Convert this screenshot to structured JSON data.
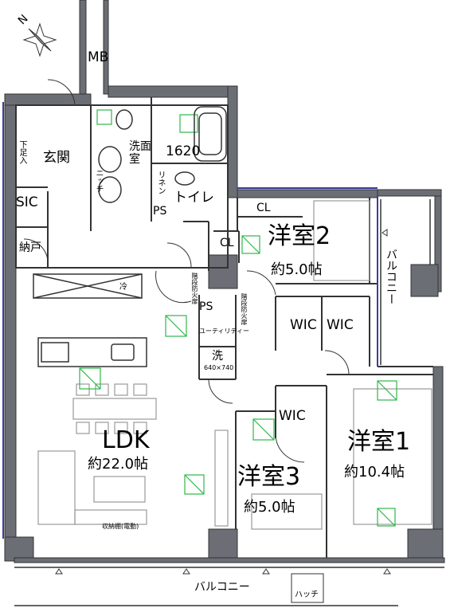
{
  "rooms": {
    "ldk": {
      "name": "LDK",
      "area": "約22.0帖"
    },
    "western1": {
      "name": "洋室1",
      "area": "約10.4帖"
    },
    "western2": {
      "name": "洋室2",
      "area": "約5.0帖"
    },
    "western3": {
      "name": "洋室3",
      "area": "約5.0帖"
    },
    "entrance": "玄関",
    "washroom": "洗面室",
    "toilet": "トイレ",
    "bath_size": "1620",
    "sic": "SIC",
    "storage": "納戸",
    "mb": "MB",
    "shoe_box": "下足入",
    "linen": "リネン",
    "utility": "ユーティリティー",
    "washer": "洗",
    "washer_size": "640×740",
    "fridge": "冷",
    "ps1": "PS",
    "ps2": "PS",
    "cl1": "CL",
    "cl2": "CL",
    "wic1": "WIC",
    "wic2": "WIC",
    "wic3": "WIC",
    "balcony_side": "バルコニー",
    "balcony_bottom": "バルコニー",
    "hatch": "ハッチ",
    "shelf1": "階段防火扉",
    "shelf2": "階段防火扉",
    "counter": "ニッチ",
    "sofa_note": "収納棚(電動)"
  },
  "compass": {
    "north": "N"
  },
  "colors": {
    "wall": "#555a63",
    "outline": "#3b3f9a",
    "green": "#2db84a"
  }
}
